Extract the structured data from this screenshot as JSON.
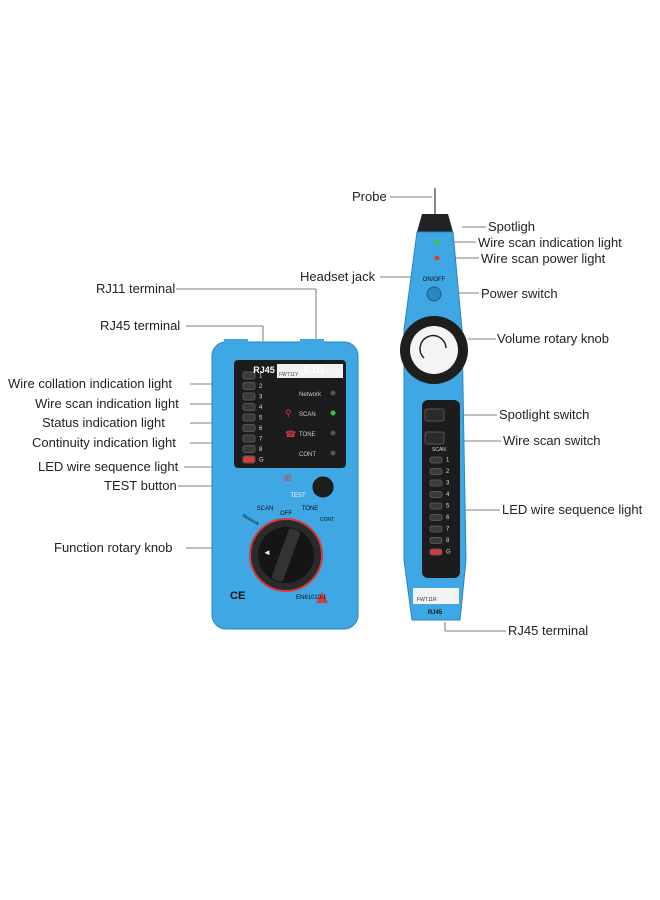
{
  "labels": {
    "probe": "Probe",
    "spotlight": "Spotligh",
    "wire_scan_indication_light_right": "Wire scan indication light",
    "wire_scan_power_light": "Wire scan power light",
    "headset_jack": "Headset jack",
    "power_switch": "Power switch",
    "rj11_terminal": "RJ11 terminal",
    "rj45_terminal_left": "RJ45 terminal",
    "volume_rotary_knob": "Volume rotary knob",
    "wire_collation_indication_light": "Wire collation indication light",
    "wire_scan_indication_light_left": "Wire scan indication light",
    "status_indication_light": "Status indication light",
    "continuity_indication_light": "Continuity indication light",
    "spotlight_switch": "Spotlight switch",
    "wire_scan_switch": "Wire scan switch",
    "led_wire_sequence_light_left": "LED wire sequence light",
    "test_button": "TEST button",
    "led_wire_sequence_light_right": "LED wire sequence light",
    "function_rotary_knob": "Function rotary knob",
    "rj45_terminal_right": "RJ45 terminal"
  },
  "receiver": {
    "port_rj45": "RJ45",
    "port_rj11": "RJ11",
    "led_numbers": [
      "1",
      "2",
      "3",
      "4",
      "5",
      "6",
      "7",
      "8",
      "G"
    ],
    "status_network": "Network",
    "status_scan": "SCAN",
    "status_tone": "TONE",
    "status_cont": "CONT",
    "model": "FWT11Y",
    "test_label": "TEST",
    "dial_off": "OFF",
    "dial_scan": "SCAN",
    "dial_tone": "TONE",
    "dial_network": "Network",
    "dial_cont": "CONT",
    "ce_mark": "CE",
    "standard": "EN61010-1"
  },
  "probe_device": {
    "power_label": "ON/OFF",
    "scan_label": "SCAN",
    "led_numbers": [
      "1",
      "2",
      "3",
      "4",
      "5",
      "6",
      "7",
      "8",
      "G"
    ],
    "model": "FWT11R",
    "port_rj45": "RJ45"
  },
  "colors": {
    "body_blue": "#3ea7e4",
    "panel_black": "#1c1c1c",
    "led_red": "#d93a3a",
    "led_green": "#3cc43c"
  }
}
